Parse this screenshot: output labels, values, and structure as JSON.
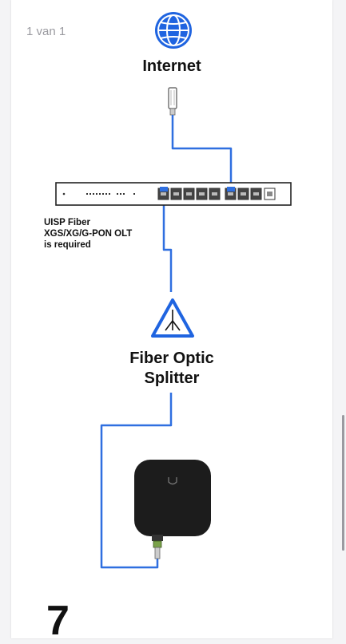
{
  "document": {
    "page_indicator": "1 van 1",
    "step_number": "7"
  },
  "diagram": {
    "internet_label": "Internet",
    "olt_note_lines": [
      "UISP Fiber",
      "XGS/XG/G-PON OLT",
      "is required"
    ],
    "splitter_label_lines": [
      "Fiber Optic",
      "Splitter"
    ]
  },
  "colors": {
    "cable_blue": "#2f6fe0",
    "globe_blue": "#1f64e0",
    "device_black": "#1c1c1c",
    "connector_green": "#7aa24a"
  }
}
